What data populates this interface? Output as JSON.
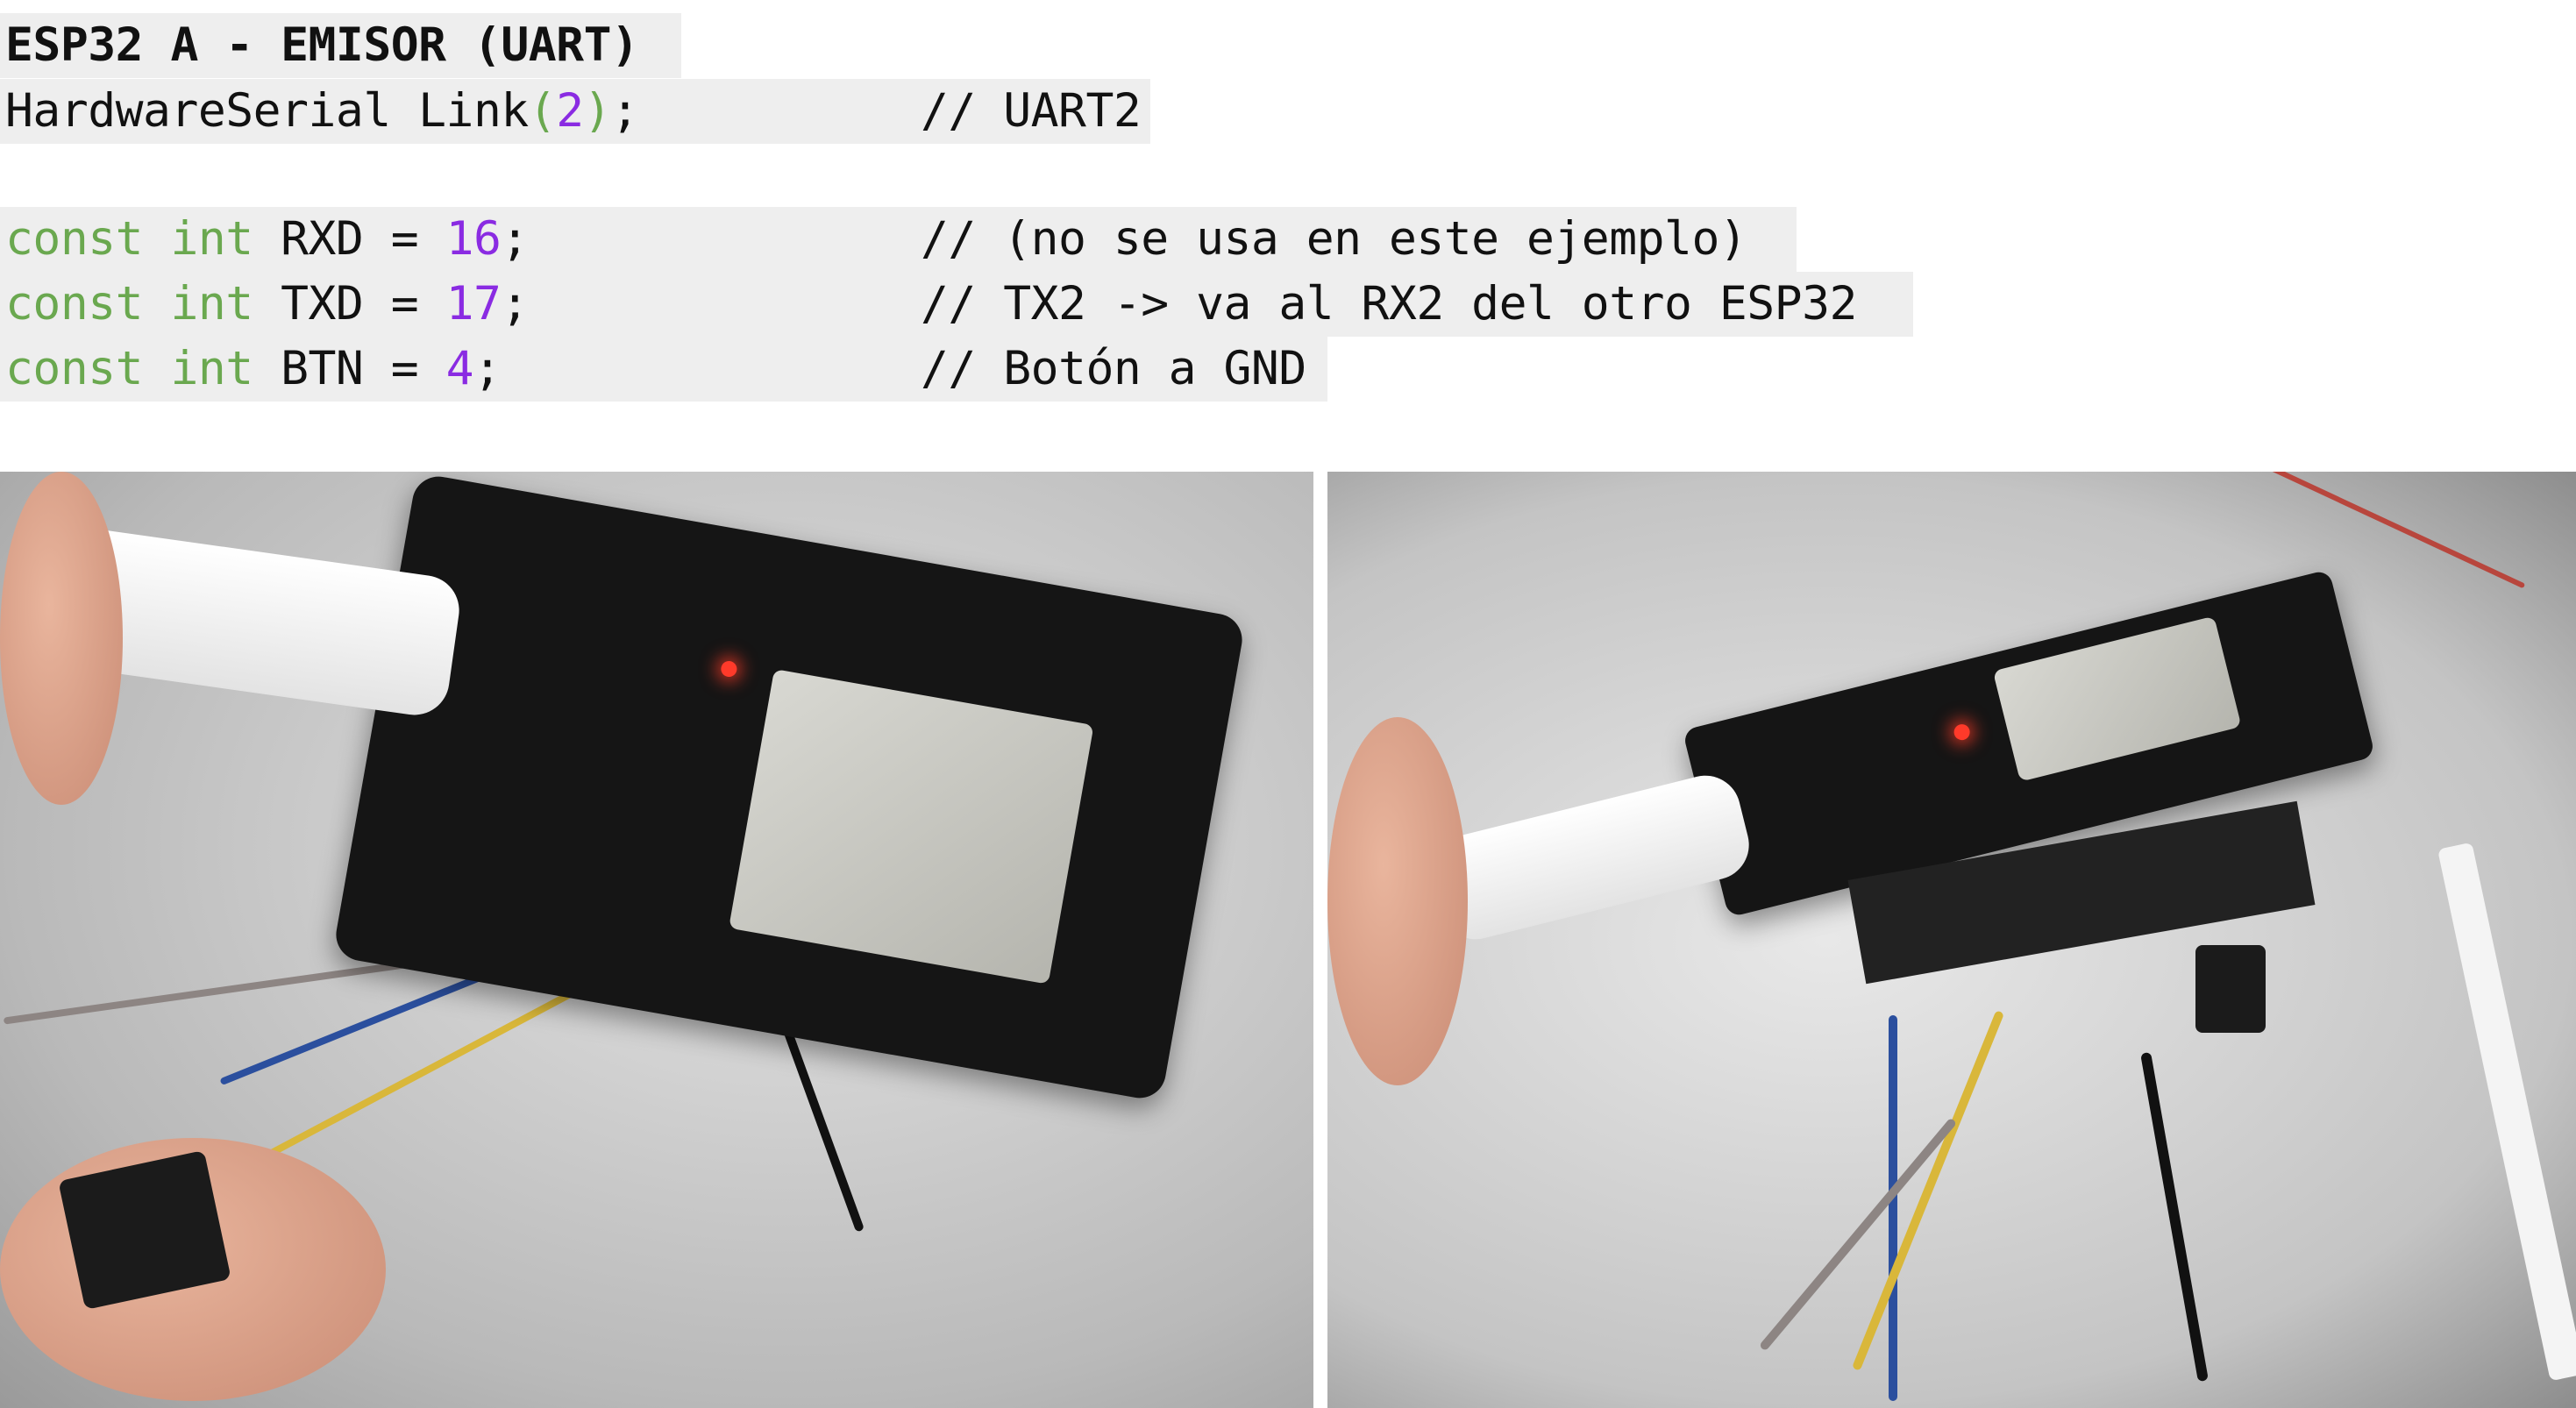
{
  "code": {
    "title": "ESP32 A - EMISOR (UART)",
    "line1": {
      "code_a": "HardwareSerial Link",
      "paren_open": "(",
      "arg": "2",
      "paren_close": ")",
      "code_b": ";",
      "comment": "// UART2"
    },
    "consts": [
      {
        "kw": "const int",
        "name": " RXD = ",
        "value": "16",
        "end": ";",
        "comment": "// (no se usa en este ejemplo)"
      },
      {
        "kw": "const int",
        "name": " TXD = ",
        "value": "17",
        "end": ";",
        "comment": "// TX2 -> va al RX2 del otro ESP32"
      },
      {
        "kw": "const int",
        "name": " BTN = ",
        "value": "4",
        "end": ";",
        "comment": "// Botón a GND"
      }
    ]
  },
  "colors": {
    "keyword": "#6aa84f",
    "number": "#8a2be2",
    "code_bg": "#eeeeee"
  }
}
